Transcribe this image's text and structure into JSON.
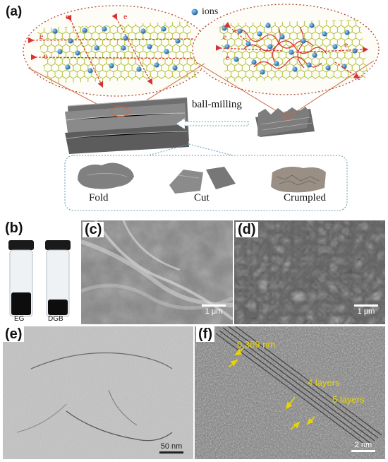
{
  "figure": {
    "panel_a": {
      "label": "(a)",
      "legend_ions": "ions",
      "electron_label": "e",
      "process_label": "ball-milling",
      "morphologies": [
        "Fold",
        "Cut",
        "Crumpled"
      ]
    },
    "panel_b": {
      "label": "(b)",
      "vial_labels": [
        "EG",
        "DGB"
      ]
    },
    "panel_c": {
      "label": "(c)",
      "scale_bar": "1 μm"
    },
    "panel_d": {
      "label": "(d)",
      "scale_bar": "1 μm"
    },
    "panel_e": {
      "label": "(e)",
      "scale_bar": "50 nm"
    },
    "panel_f": {
      "label": "(f)",
      "scale_bar": "2 nm",
      "annotations": [
        "0.389 nm",
        "4 layers",
        "5 layers"
      ]
    }
  },
  "colors": {
    "hexagon_lattice": "#a8b820",
    "ion": "#2a7fc0",
    "electron_arrow": "#d93030",
    "tangled_path": "#d93030",
    "frame_dashed": "#6fa0b0",
    "annotation": "#e8d400"
  }
}
